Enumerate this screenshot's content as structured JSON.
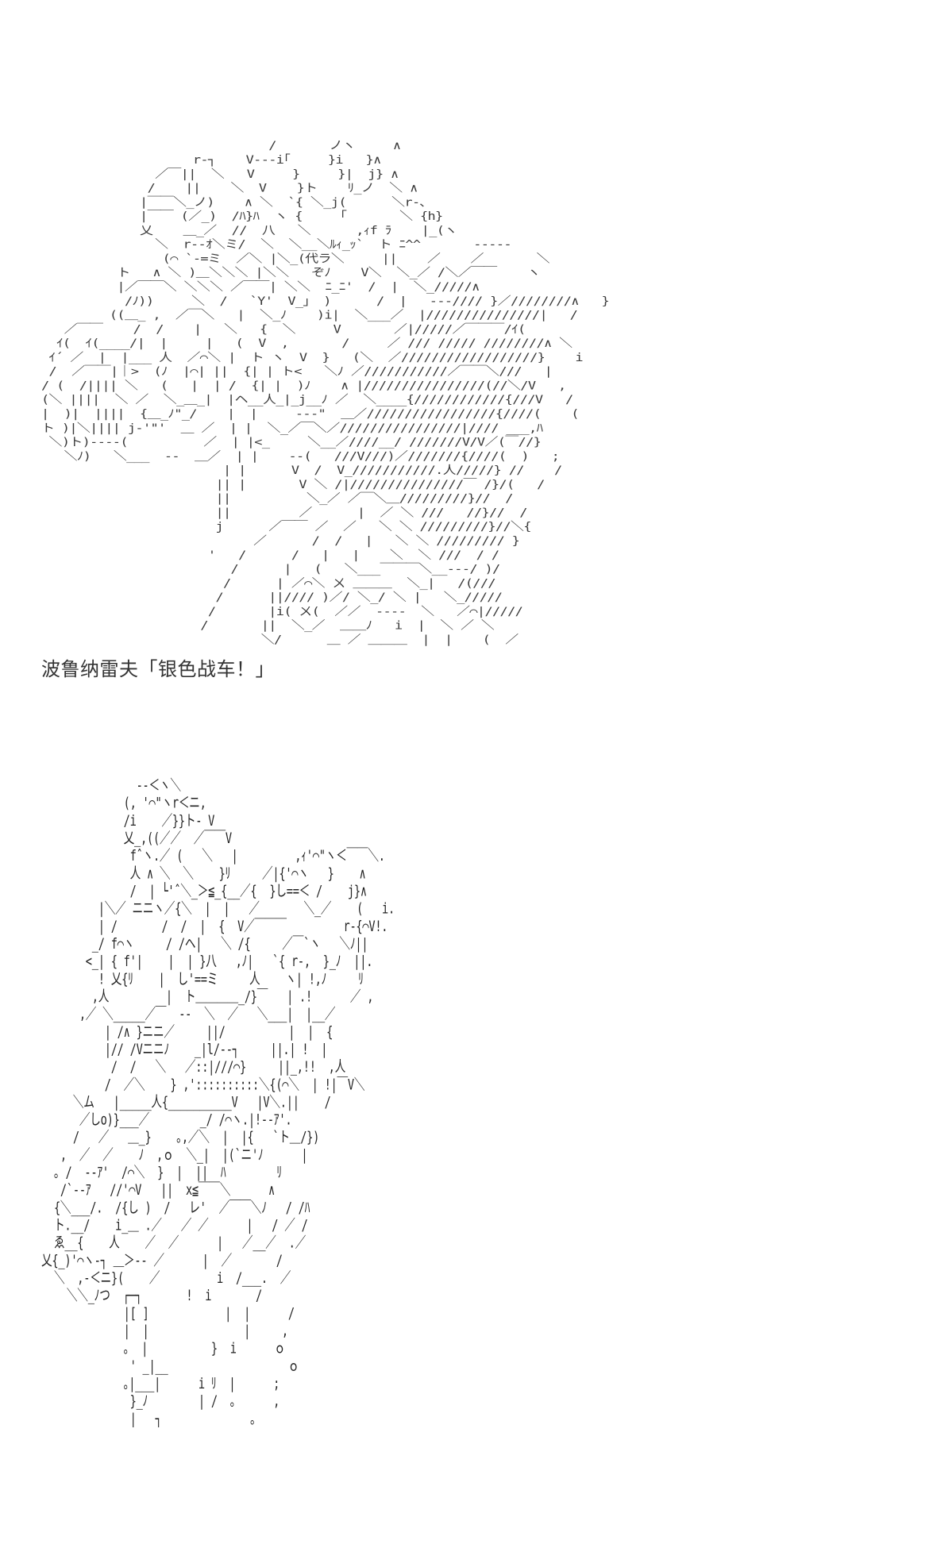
{
  "panels": [
    {
      "id": "art-panel-1",
      "kind": "ascii-art",
      "rows": [
        "                              /       ノヽ     ∧",
        "                    r‐┐    V‐‐‐i｢     }i   }∧",
        "               ／￣||  ＼   V     }     }|  j} ∧",
        "              /    ||    ＼  V    }ト    ﾘ_ノ  ＼ ∧",
        "             |￣￣＼_ノ)    ∧ ＼  `{ ＼_j(      ＼r‐､",
        "             |￣￣ (／_)  /ﾊ}ﾊ  ヽ {     ｢       ＼ {h}",
        "             乂    ＿_／  //  八   ＼      ,ｨf ﾗ    |_(ヽ",
        "               ＼  r‐‐ｵ＼ミ/  ＼  ＼__＼ﾙｨ_ｯ`  ト ﾆ^^       ‐‐‐‐‐",
        "                (⌒ `‐=ミ  ／＼ |＼_(代ラ＼     ||    ／    ／       ＼",
        "          ト   ∧ ＼ )＿＼＼＼ |＼＼   ぞﾉ    V＼  ＼_／ /＼／￣￣    ヽ",
        "          |／￣￣＼ ＼＼＼ ／￣￣| ＼＼  ﾆ_ﾆ'  /  |  ＼_/////∧",
        "           /ﾉ))     ＼  /   `Y'  V_」 )      /  |   ‐‐‐//// }／////////∧   }",
        "         ((＿_ ,  ／￣＼   |  ＼_ﾉ    )i|  ＼___／  |///////////////|   /",
        "   ／￣￣    /  /    |   ＼   {  ＼     V       ／|/////／￣￣￣/ｲ(",
        "  ｲ(  ｲ(____/|  |     |   (  V  ,       /     ／ /// ///// ////////∧ ＼",
        " ｲ´ ／  |  |___ 人  ／⌒＼ |  ト ヽ  V  }   (＼  ／//////////////////}    i",
        " /  ／￣￣|｜>  (ﾉ  |⌒| ||  {| | ト<   ＼ﾉ ／///////////／￣￣＼///   |",
        "/ (  /|||| ＼   (   |  | /  {| |  )ﾉ    ∧ |////////////////(//＼/V   ,",
        "(＼ ||||  ＼ ／  ＼_＿_|  |ヘ__人_|_j__ﾉ ／  ＼____{////////////{///V   /",
        "|  )|  ||||  {＿_ﾉ\"_/    |  |     ‐‐‐\"  ＿／/////////////////{////(    (",
        "ト )|＼|||| j‐'\"'  ＿ ／  | |  ＼_／￣＼／////////////////|//// ___,ﾊ",
        " ＼)ト)‐‐‐‐(          ／  | |<_     ＼__／////__/ ///////V/V／(￣//}",
        "   ＼ﾉ)   ＼___  ‐‐  ＿／  | |    ‐‐(   ///V///)／///////{////(  )   ;",
        "                        | |      V  /  V_///////////.人/////} //    /",
        "                       || |       V ＼ /|///////////////￣ /}/(   /",
        "                       ||          ＼_／ ／￣＼＿/////////}//  /",
        "                       ||         ／      |  ／ ＼ ///   //}//  /",
        "                       j      ／￣￣ ／  ／   ＼ ＼ /////////}//＼{",
        "                            ／      /  /   |   ＼ ＼ ///////// }",
        "                      '   /      /   |   |    ＼  ＼ ///  / /",
        "                         /      |   (   ＼___￣￣￣＼__‐‐‐/ )/",
        "                        /      | ／⌒＼ ㄨ ＿＿＿  ＼_|   /(///",
        "                       /      ||//// )／/ ＼_/ ＼ |   ＼_/////",
        "                      /       |i( ㄨ(  ／／  ‐‐‐‐  ＼   ／⌒|/////",
        "                     /       ||  ＼_／  ＿＿ﾉ   i  |  ＼ ／ ＼",
        "                             ＼/      ＿ ／ ＿＿＿  |  |    (  ／"
      ]
    },
    {
      "id": "art-panel-2",
      "kind": "ascii-art",
      "rows": [
        "               ‐‐＜ヽ＼",
        "             (, '⌒\"ヽr＜ニ,",
        "             /i    ／}}ト‐ V",
        "             乂_,((／／  ／￣￣V",
        "              fˆヽ.／ (   ＼   |         ,ｨ'⌒\"ヽ＜￣￣＼.",
        "              人 ∧ ＼  ＼    }ﾘ     ／|{'⌒ヽ   }    ∧",
        "              /  | └'ˆ＼_＞≦_{__／{  }し==＜ /    j}∧",
        "         |＼／ ニニヽ／{＼  |  |   ／       ＼_／    (   i.",
        "         | /       /  /  |  {  V／￣￣￣         r‐{⌒V!.",
        "        _/ f⌒ヽ     / /ヘ|   ＼ /{     ／￣`ヽ   ＼ﾉ||",
        "       <_| { f'|    |  | }八   ,ﾉ|   `{ r‐,  }_ﾉ  ||.",
        "         ! 乂{ﾘ    |  し'==ミ     人    ヽ| !,ﾉ     ﾘ",
        "        ,人         |  ト＿＿＿＿_/}￣   | .!      ／ ,",
        "      ,／ ＼_____／￣  ‐‐  ＼  ／   ＼___|  |__／",
        "          | /∧ }ニニ／     ||/          |  |  {",
        "          |// /Vニニﾉ    _|l/‐‐┐     ||.| !  |",
        "           /  /   ＼   ／::|///⌒}     ||_,!!  ,人",
        "          /  ／＼    } ,'::::::::::＼{(⌒＼  | !|￣V＼",
        "     ＼ム   |_____人{__________V   |V＼.||    /",
        "      ／しo)}___／        _/ /⌒ヽ.|!‐‐ｱ'.",
        "     /   ／   ＿_}    ｡,／＼  |  |{   `ト＿/})",
        "   ,  ／  ／    ﾉ  ,ｏ  ＼_|  |(`ニ'ﾉ      |",
        "  ｡ /  ‐‐ｱ'  /⌒＼  }  |  ||  ﾊ        ﾘ",
        "   /`‐‐ｱ   //'⌒V   ||  x≦￣￣＼      ∧",
        "  {＼___/.  /{し )  /   レ'  ／￣￣＼ﾉ   / /ﾊ",
        "  ト.__/    i_＿ .／   ／ ／      |   / ／ /",
        "  ゑ__{    人    ／  ／      |   ／__／  .／",
        "乂{_)'⌒ヽ‐┐ ＿＞‐‐ ／      |  ／       /",
        "  ＼  ,‐＜ニ}(    ／         i  /___.  ／",
        "    ＼＼_ﾉつ  ┌─┐       !  i       /",
        "             |[ ]            |  |      /",
        "             |  |               |     ,",
        "             ｡  |          }  i      ｏ",
        "              ' _|__                   ｏ",
        "             ｡|___|      i ﾘ  |      ;",
        "              }_ﾉ        | /  ｡      ,",
        "              |   ┐              ｡"
      ]
    }
  ],
  "caption": {
    "text": "波鲁纳雷夫「银色战车！」"
  }
}
